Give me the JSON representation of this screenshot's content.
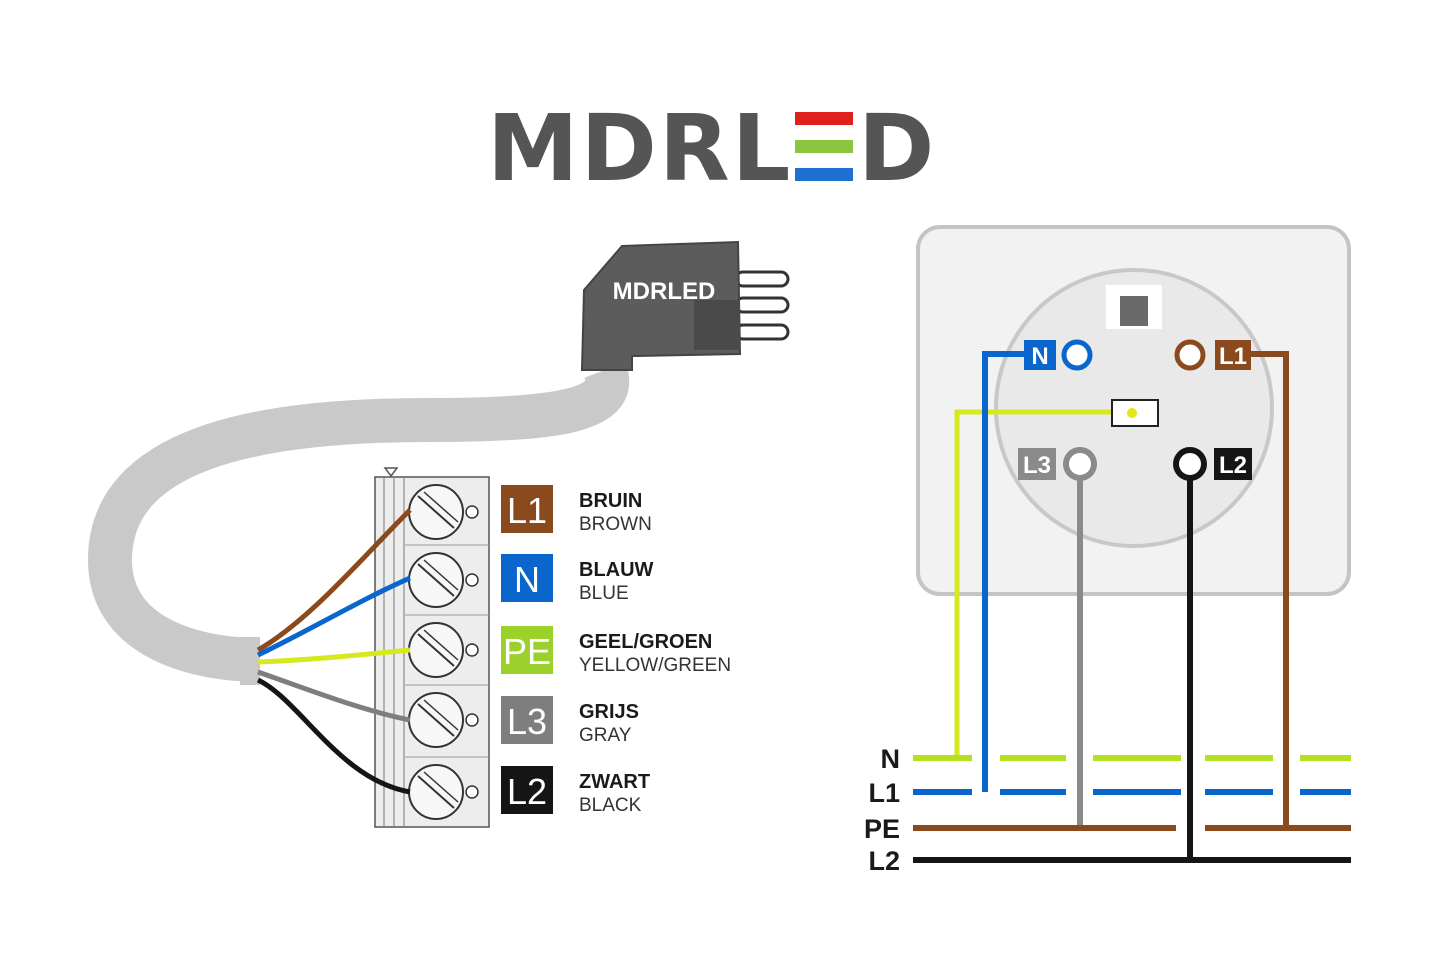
{
  "brand": {
    "logo_text": "MDRLED",
    "logo_prefix": "MDRL",
    "logo_suffix": "D",
    "plug_text": "MDRLED"
  },
  "colors": {
    "brown": "#8B4A1E",
    "blue": "#0A66CC",
    "yellow_green": "#B5E020",
    "gray": "#8A8A8A",
    "black": "#151515",
    "logo_gray": "#555555",
    "logo_red": "#E0201C",
    "logo_green": "#8CC63F",
    "logo_blue": "#1F6FD0",
    "cable": "#C9C9C9",
    "terminal": "#EDEDED",
    "outlet_frame": "#C4C4C4"
  },
  "legend": [
    {
      "code": "L1",
      "name": "BRUIN",
      "english": "BROWN",
      "color": "#8B4A1E"
    },
    {
      "code": "N",
      "name": "BLAUW",
      "english": "BLUE",
      "color": "#0A66CC"
    },
    {
      "code": "PE",
      "name": "GEEL/GROEN",
      "english": "YELLOW/GREEN",
      "color": "#9CD12B"
    },
    {
      "code": "L3",
      "name": "GRIJS",
      "english": "GRAY",
      "color": "#7E7E7E"
    },
    {
      "code": "L2",
      "name": "ZWART",
      "english": "BLACK",
      "color": "#151515"
    }
  ],
  "outlet_terminals": {
    "n": "N",
    "l1": "L1",
    "l3": "L3",
    "l2": "L2"
  },
  "bus_lines": [
    {
      "label": "N",
      "color": "#B5E020",
      "style": "dashed"
    },
    {
      "label": "L1",
      "color": "#0A66CC",
      "style": "dashed"
    },
    {
      "label": "PE",
      "color": "#8B4A1E",
      "style": "partial"
    },
    {
      "label": "L2",
      "color": "#151515",
      "style": "solid"
    }
  ]
}
